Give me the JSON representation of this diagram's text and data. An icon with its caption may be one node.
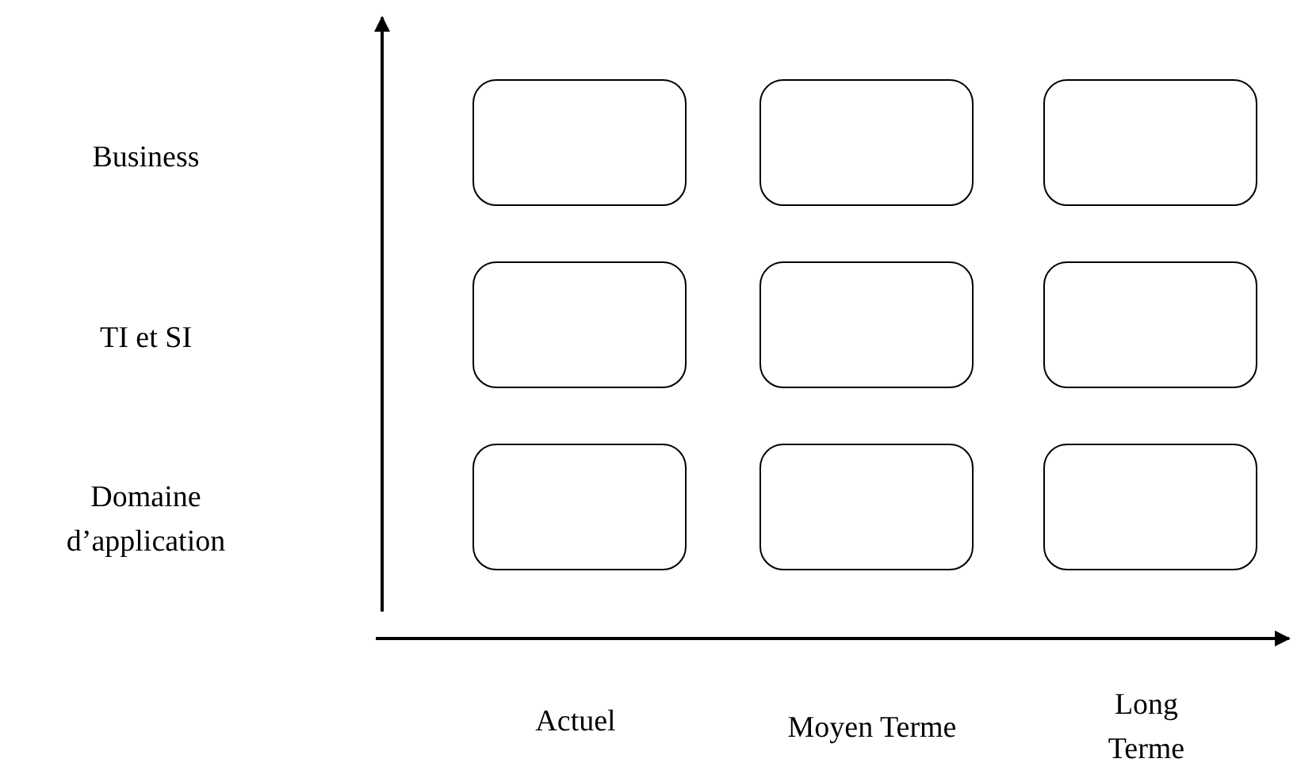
{
  "diagram": {
    "nodes": [
      {
        "text": [],
        "shape": "box"
      },
      {
        "text": [],
        "shape": "box"
      },
      {
        "text": [],
        "shape": "box"
      },
      {
        "text": [],
        "shape": "box"
      },
      {
        "text": [],
        "shape": "box"
      },
      {
        "text": [],
        "shape": "box"
      },
      {
        "text": [],
        "shape": "box"
      },
      {
        "text": [],
        "shape": "box"
      },
      {
        "text": [],
        "shape": "box"
      }
    ],
    "labels": [
      "Business",
      "TI et SI",
      "Domaine d’application",
      "Actuel",
      "Moyen Terme",
      "Long Terme"
    ]
  }
}
